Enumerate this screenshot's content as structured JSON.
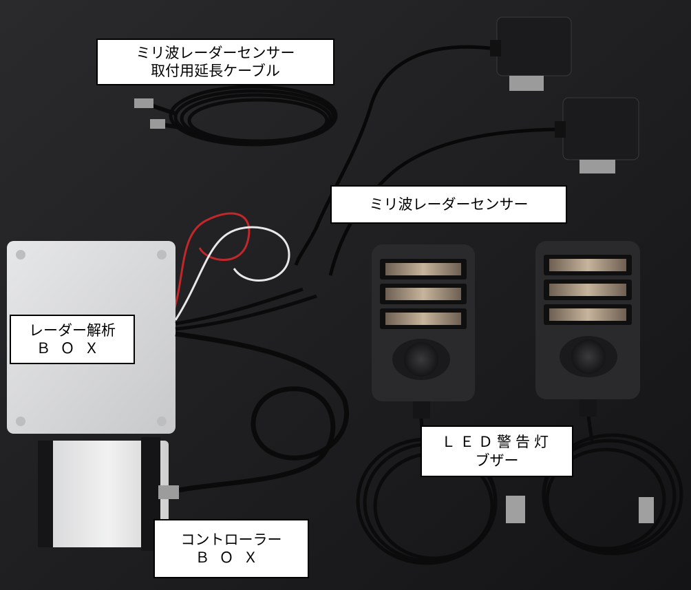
{
  "labels": {
    "extension_cable": {
      "line1": "ミリ波レーダーセンサー",
      "line2": "取付用延長ケーブル"
    },
    "radar_sensor": {
      "line1": "ミリ波レーダーセンサー"
    },
    "analysis_box": {
      "line1": "レーダー解析",
      "line2": "ＢＯＸ"
    },
    "led_buzzer": {
      "line1": "ＬＥＤ警告灯",
      "line2": "ブザー"
    },
    "controller_box": {
      "line1": "コントローラー",
      "line2": "ＢＯＸ"
    }
  },
  "colors": {
    "background": "#1c1c1e",
    "gray_box": "#d9dadb",
    "label_border": "#000000"
  }
}
